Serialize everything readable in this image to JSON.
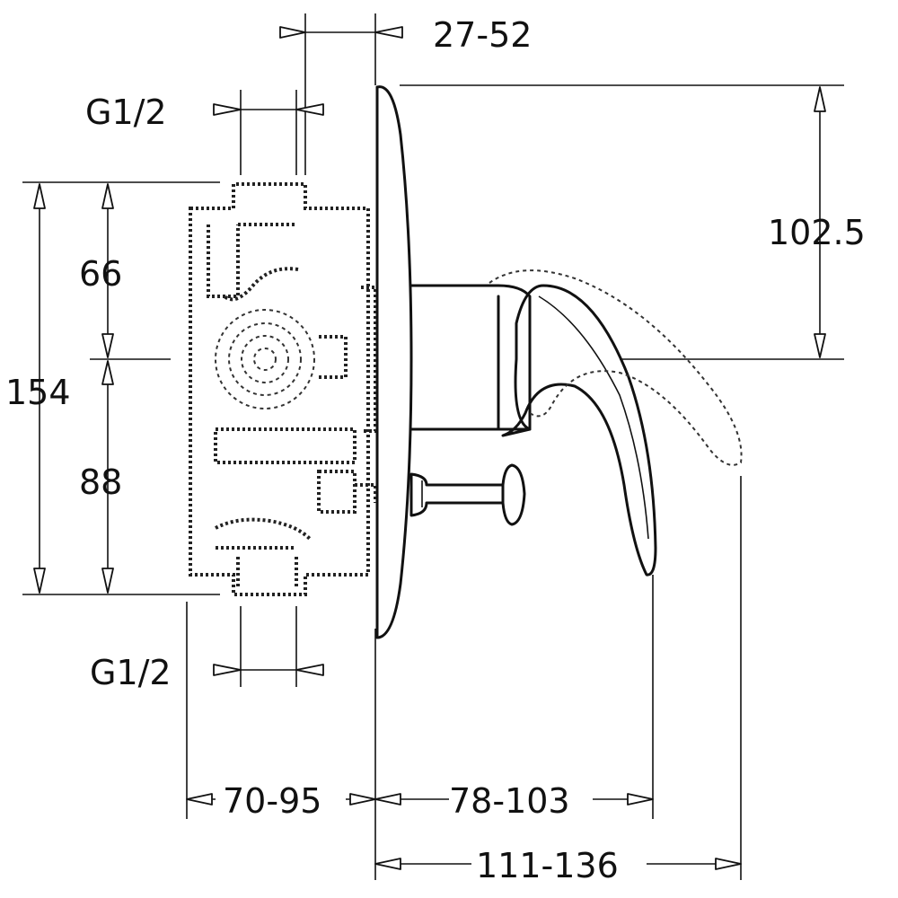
{
  "dimensions": {
    "top_depth": "27-52",
    "inlet_top": "G1/2",
    "inlet_bottom": "G1/2",
    "height_total": "154",
    "height_upper": "66",
    "height_lower": "88",
    "handle_height": "102.5",
    "body_depth": "70-95",
    "lever_reach": "78-103",
    "total_reach": "111-136"
  }
}
